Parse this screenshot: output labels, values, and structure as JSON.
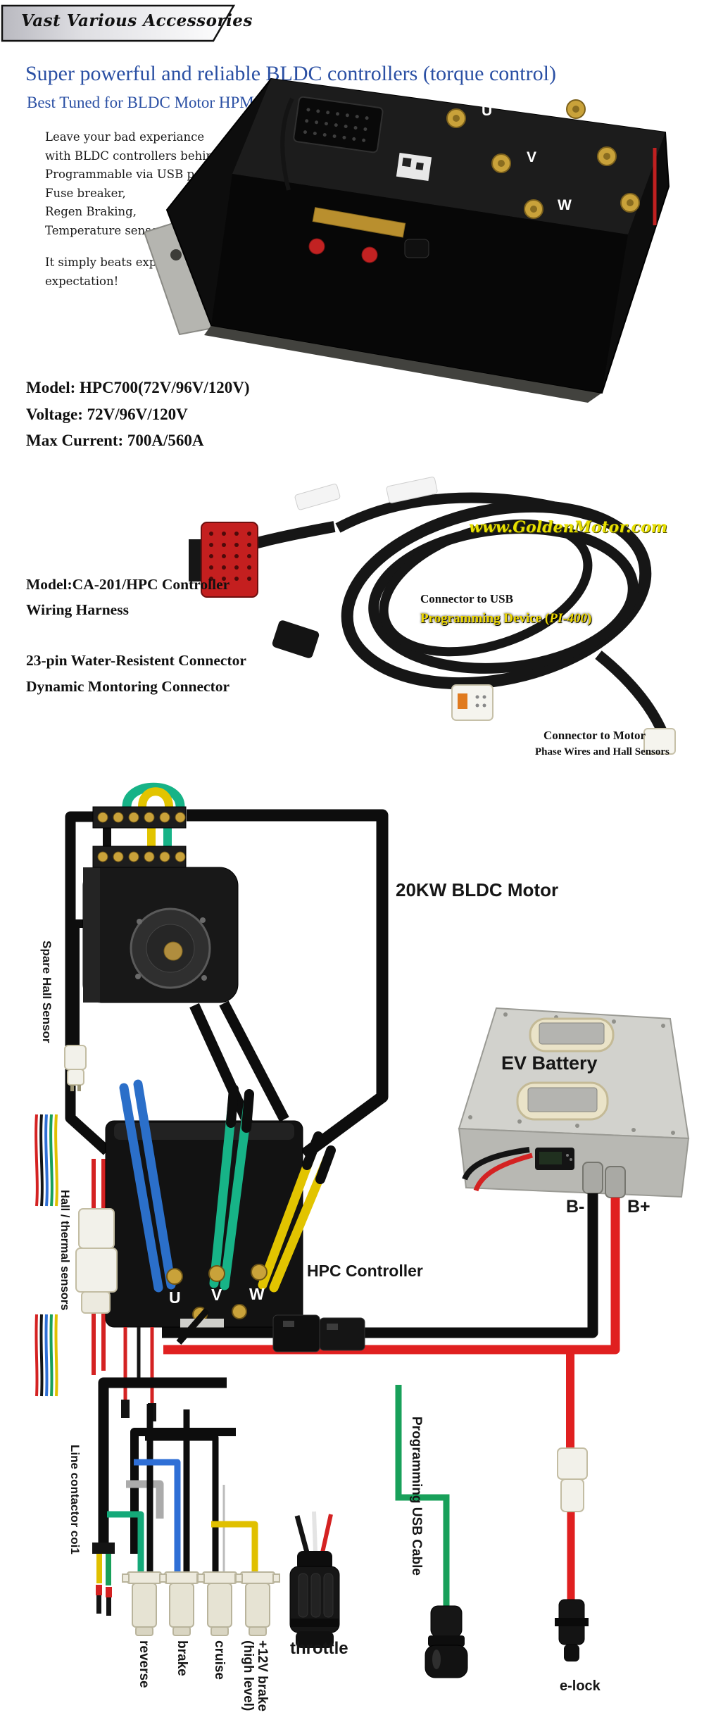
{
  "banner": {
    "title": "Vast Various Accessories"
  },
  "hero": {
    "heading": "Super powerful and reliable BLDC controllers (torque control)",
    "subheading": "Best Tuned for BLDC Motor HPM 20KW",
    "pitch": "Leave your bad experiance\nwith BLDC controllers behind!\nProgrammable via USB port,\nFuse breaker,\nRegen Braking,\nTemperature sensoring",
    "pitch_closing": "It simply beats expert's\nexpectation!",
    "specs": "Model: HPC700(72V/96V/120V)\nVoltage: 72V/96V/120V\nMax Current: 700A/560A",
    "photo_labels": {
      "u": "U",
      "v": "V",
      "w": "W"
    }
  },
  "harness": {
    "model": "Model:CA-201/HPC Controller\nWiring Harness",
    "features": "23-pin Water-Resistent Connector\nDynamic Montoring Connector",
    "watermark": "www.GoldenMotor.com",
    "usb_line1": "Connector to USB",
    "usb_line2_prefix": "Programming Device (",
    "usb_line2_model": "PI-400",
    "usb_line2_suffix": ")",
    "motor_line1": "Connector to Motor",
    "motor_line2": "Phase Wires and Hall Sensors"
  },
  "diagram": {
    "motor": "20KW BLDC Motor",
    "battery": "EV Battery",
    "controller": "HPC Controller",
    "b_minus": "B-",
    "b_plus": "B+",
    "terminal_u": "U",
    "terminal_v": "V",
    "terminal_w": "W",
    "spare_hall": "Spare Hall Sensor",
    "hall_thermal": "Hall / thermal sensors",
    "line_contactor": "Line contactor coi1",
    "programming_usb": "Programming USB Cable",
    "reverse": "reverse",
    "brake": "brake",
    "cruise": "cruise",
    "high_brake": "+12V brake\n(high level)",
    "throttle": "throttle",
    "elock": "e-lock"
  },
  "palette": {
    "heading_blue": "#2b50a4",
    "label_yellow": "#e8e000",
    "wire_black": "#0d0d0d",
    "wire_red": "#e02020",
    "wire_blue": "#2b6fc9",
    "wire_teal": "#17b387",
    "wire_yellow": "#e2c400",
    "wire_green": "#18a05a",
    "connector_red": "#c41f1f"
  }
}
